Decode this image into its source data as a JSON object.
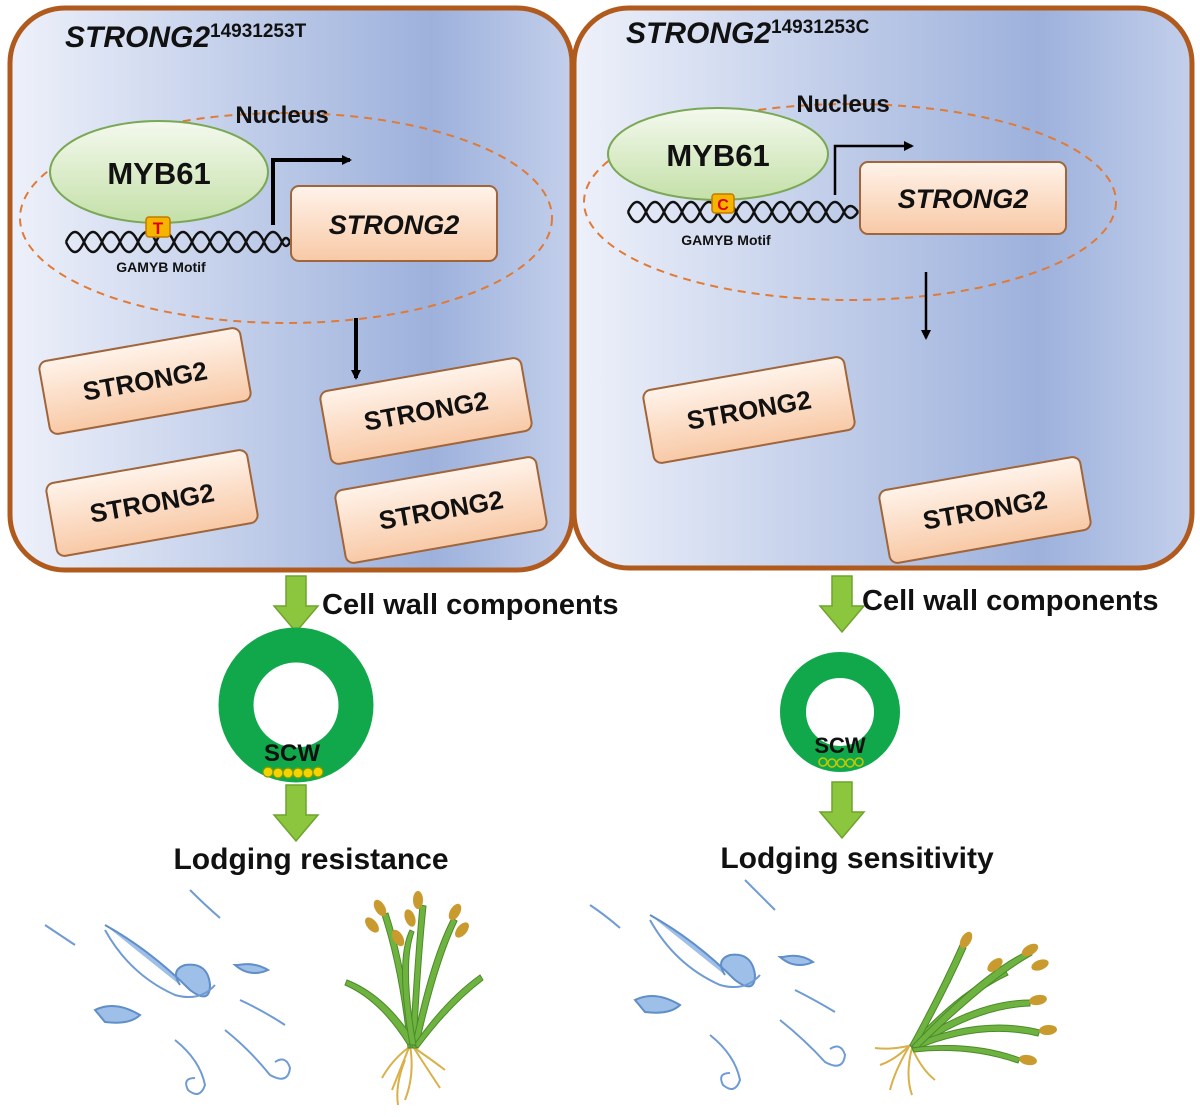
{
  "cells": [
    {
      "allele_base": "STRONG2",
      "allele_sup": "14931253T",
      "nucleus_label": "Nucleus",
      "tf_label": "MYB61",
      "snp": "T",
      "motif_label": "GAMYB Motif",
      "gene_label": "STRONG2",
      "proteins": [
        "STRONG2",
        "STRONG2",
        "STRONG2",
        "STRONG2"
      ],
      "flow_label": "Cell wall components",
      "scw_label": "SCW",
      "outcome": "Lodging resistance"
    },
    {
      "allele_base": "STRONG2",
      "allele_sup": "14931253C",
      "nucleus_label": "Nucleus",
      "tf_label": "MYB61",
      "snp": "C",
      "motif_label": "GAMYB Motif",
      "gene_label": "STRONG2",
      "proteins": [
        "STRONG2",
        "STRONG2"
      ],
      "flow_label": "Cell wall components",
      "scw_label": "SCW",
      "outcome": "Lodging sensitivity"
    }
  ],
  "colors": {
    "cell_border": "#b05a1e",
    "cell_fill_light": "#eef1fa",
    "cell_fill_dark": "#9db1dc",
    "nucleus_dash": "#e07a36",
    "myb_fill": "#d5e9c0",
    "myb_stroke": "#7aa856",
    "box_fill": "#fbd7bd",
    "box_stroke": "#a0653a",
    "snp_fill": "#f5b400",
    "snp_text": "#e00000",
    "green_arrow": "#8cc63f",
    "ring": "#10a84a",
    "wind": "#8fb4e3",
    "plant": "#6eb33f",
    "grain": "#c99a2e",
    "root": "#d9b04a"
  }
}
